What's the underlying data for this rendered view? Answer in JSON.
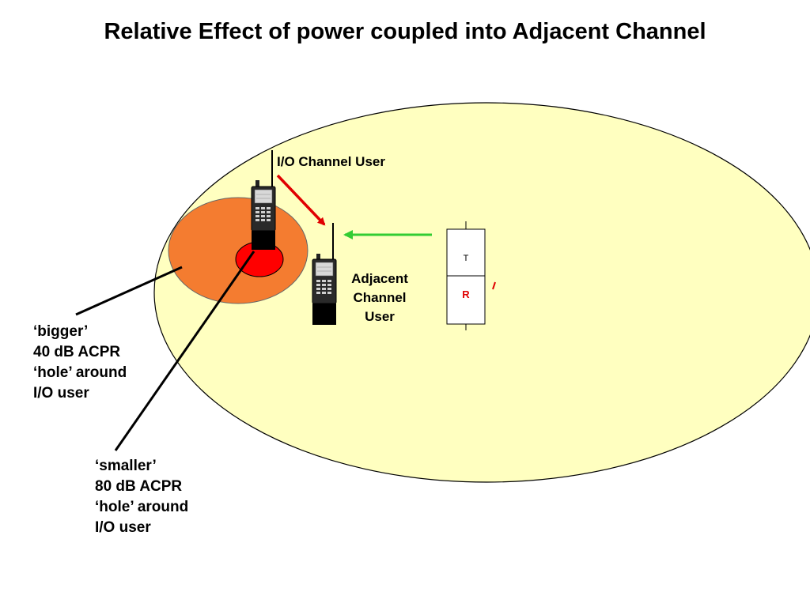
{
  "title": "Relative Effect of power coupled into Adjacent Channel",
  "io_user": {
    "label": "I/O Channel User"
  },
  "adjacent_user": {
    "lines": [
      "Adjacent",
      "Channel",
      "User"
    ]
  },
  "base_station": {
    "tx_label": "T",
    "rx_label": "R"
  },
  "bigger_hole": {
    "lines": [
      "‘bigger’",
      "40 dB ACPR",
      "‘hole’ around",
      "I/O user"
    ]
  },
  "smaller_hole": {
    "lines": [
      "‘smaller’",
      "80 dB ACPR",
      "‘hole’ around",
      "I/O user"
    ]
  },
  "colors": {
    "coverage_area": "#ffffc0",
    "bigger_hole": "#f47c30",
    "smaller_hole": "#ff0000",
    "interference_arrow": "#ff0000",
    "signal_arrow": "#33cc33"
  }
}
